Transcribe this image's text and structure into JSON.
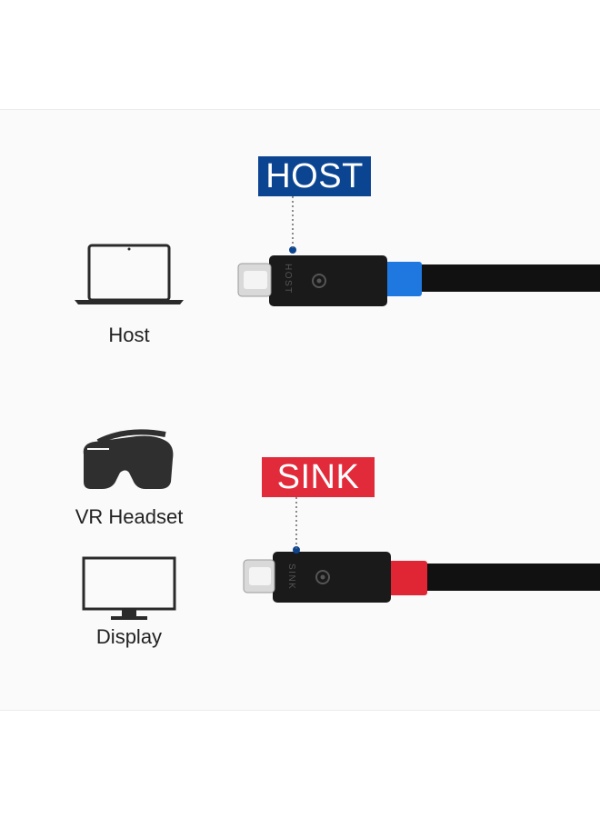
{
  "tags": {
    "host": "HOST",
    "sink": "SINK"
  },
  "devices": [
    {
      "label": "Host",
      "icon": "laptop-icon"
    },
    {
      "label": "VR Headset",
      "icon": "vr-headset-icon"
    },
    {
      "label": "Display",
      "icon": "monitor-icon"
    }
  ],
  "connectors": {
    "host_text": "HOST",
    "sink_text": "SINK"
  },
  "colors": {
    "host": "#0b4591",
    "sink": "#e12a3a",
    "host_band": "#1e78e0",
    "sink_band": "#e02535",
    "cable": "#111111"
  }
}
